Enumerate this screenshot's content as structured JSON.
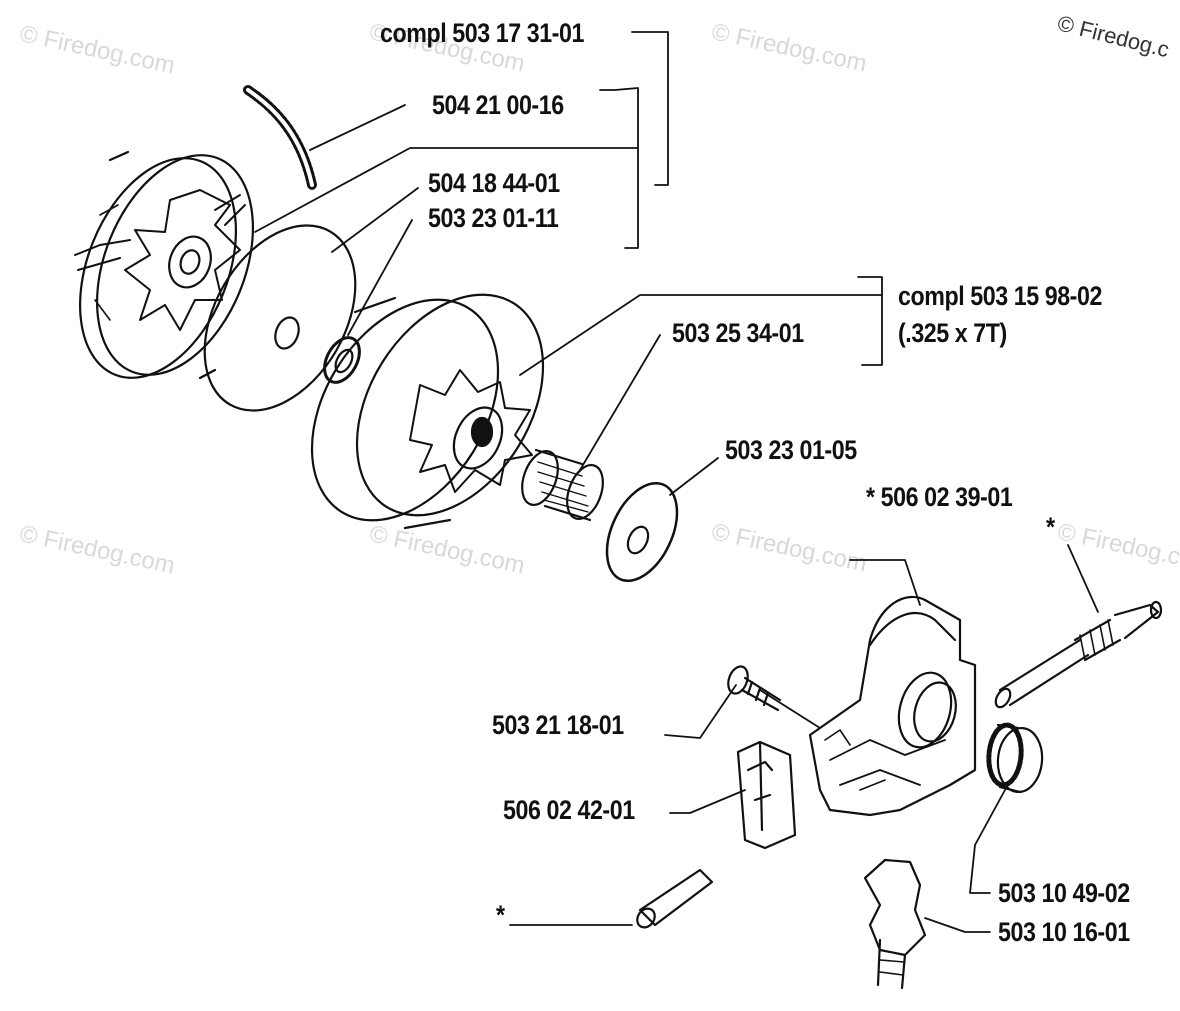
{
  "watermark": {
    "text": "© Firedog.com",
    "corner_text": "© Firedog.c"
  },
  "labels": {
    "compl_503_17_31_01": "compl 503 17 31-01",
    "p504_21_00_16": "504 21 00-16",
    "p504_18_44_01": "504 18 44-01",
    "p503_23_01_11": "503 23 01-11",
    "compl_503_15_98_02": "compl 503 15 98-02",
    "chain_spec": "(.325 x 7T)",
    "p503_25_34_01": "503 25 34-01",
    "p503_23_01_05": "503 23 01-05",
    "p506_02_39_01": "* 506 02 39-01",
    "star_a": "*",
    "p503_21_18_01": "503 21 18-01",
    "p506_02_42_01": "506 02 42-01",
    "p503_10_49_02": "503 10 49-02",
    "p503_10_16_01": "503 10 16-01",
    "star_b": "*"
  },
  "colors": {
    "ink": "#111111",
    "watermark": "#d8d8d8"
  }
}
